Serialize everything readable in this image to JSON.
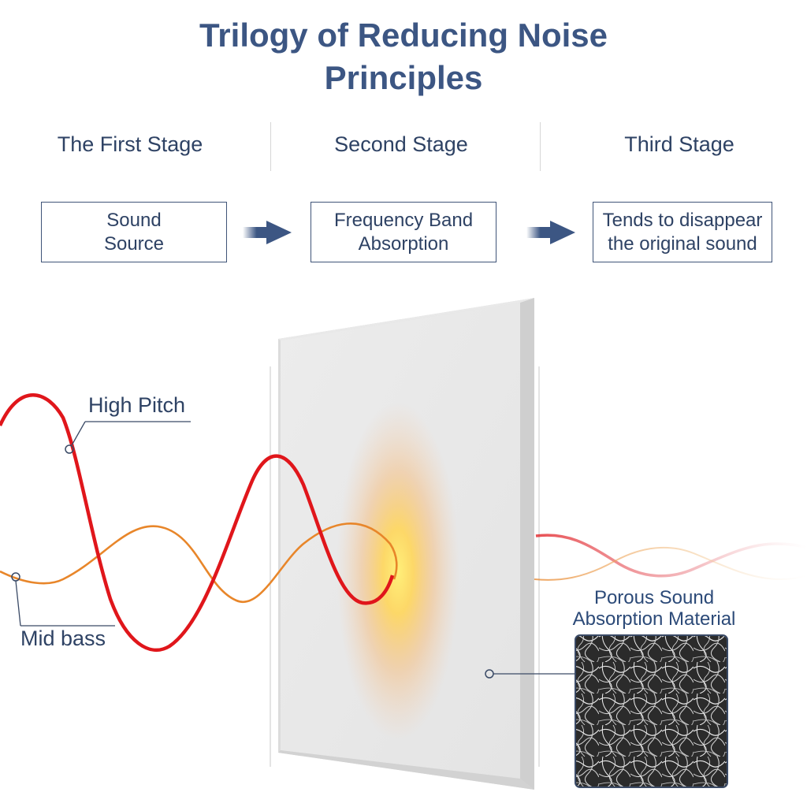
{
  "title": {
    "line1": "Trilogy of Reducing Noise",
    "line2": "Principles"
  },
  "stages": [
    {
      "label": "The First Stage",
      "box_lines": [
        "Sound",
        "Source"
      ]
    },
    {
      "label": "Second Stage",
      "box_lines": [
        "Frequency Band",
        "Absorption"
      ]
    },
    {
      "label": "Third Stage",
      "box_lines": [
        "Tends to disappear",
        "the original sound"
      ]
    }
  ],
  "waves": {
    "high_pitch": {
      "label": "High Pitch",
      "color": "#e0161b"
    },
    "mid_bass": {
      "label": "Mid bass",
      "color": "#e8862a"
    }
  },
  "panel": {
    "material_label_line1": "Porous Sound",
    "material_label_line2": "Absorption Material"
  },
  "colors": {
    "title": "#3c5683",
    "text": "#2e4264",
    "arrow": "#3c5683",
    "glow": "#ffd65a"
  }
}
